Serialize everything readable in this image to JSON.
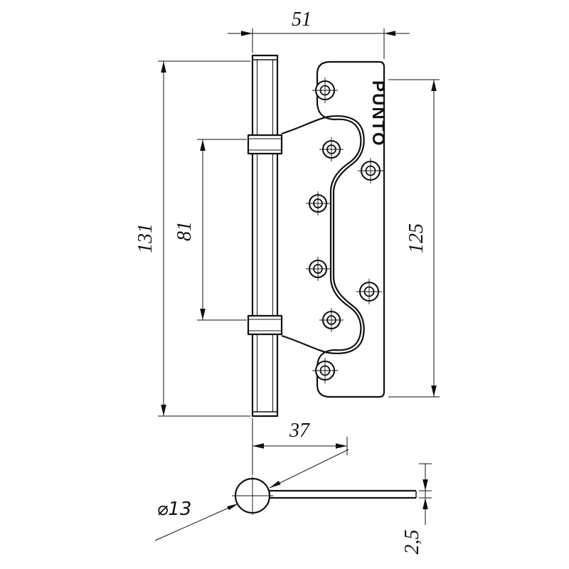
{
  "drawing": {
    "type": "hinge-technical-drawing",
    "brand": "PUNTO",
    "dimensions": {
      "overall_width": "51",
      "overall_height": "131",
      "knuckle_spacing": "81",
      "plate_height": "125",
      "leaf_width": "37",
      "barrel_diameter": "⌀13",
      "leaf_thickness": "2,5"
    },
    "colors": {
      "line": "#111111",
      "background": "#ffffff"
    }
  }
}
